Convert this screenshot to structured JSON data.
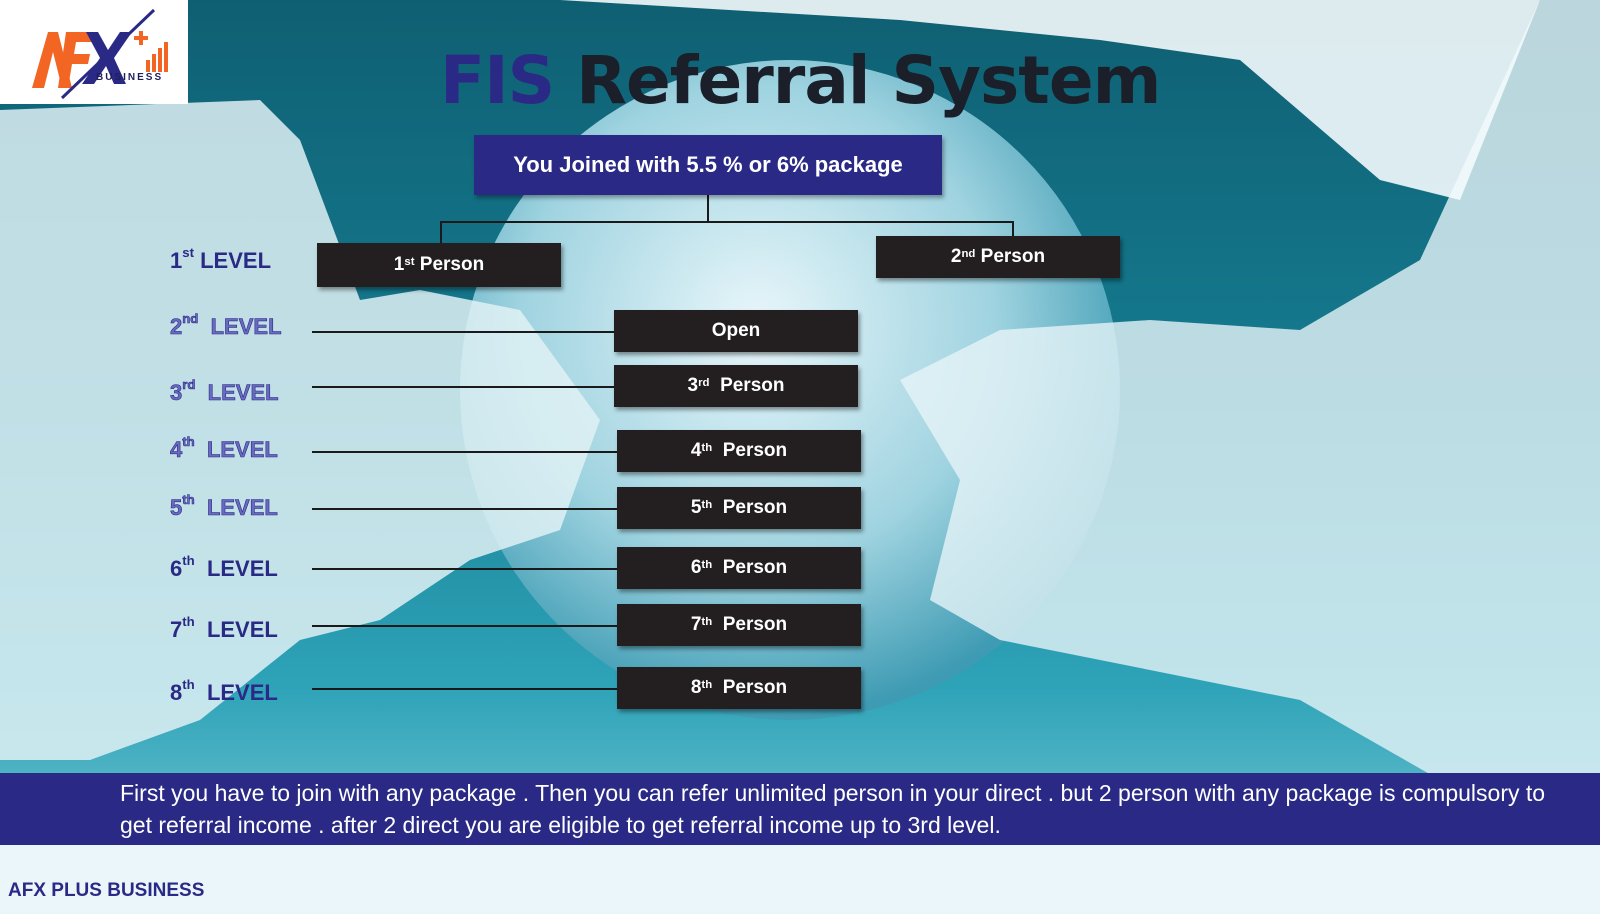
{
  "header": {
    "title_accent": "FIS",
    "title_rest": "Referral System",
    "logo_sub": "BUSINESS"
  },
  "root": {
    "label": "You Joined with 5.5 % or 6% package"
  },
  "first_level": {
    "num": "1",
    "suffix": "st",
    "word": "LEVEL",
    "left_person": {
      "num": "1",
      "suffix": "st",
      "word": "Person"
    },
    "right_person": {
      "num": "2",
      "suffix": "nd",
      "word": "Person"
    }
  },
  "levels": [
    {
      "num": "2",
      "suffix": "nd",
      "word": "LEVEL",
      "box": "Open"
    },
    {
      "num": "3",
      "suffix": "rd",
      "word": "LEVEL",
      "box_num": "3",
      "box_suffix": "rd",
      "box_word": "Person"
    },
    {
      "num": "4",
      "suffix": "th",
      "word": "LEVEL",
      "box_num": "4",
      "box_suffix": "th",
      "box_word": "Person"
    },
    {
      "num": "5",
      "suffix": "th",
      "word": "LEVEL",
      "box_num": "5",
      "box_suffix": "th",
      "box_word": "Person"
    },
    {
      "num": "6",
      "suffix": "th",
      "word": "LEVEL",
      "box_num": "6",
      "box_suffix": "th",
      "box_word": "Person"
    },
    {
      "num": "7",
      "suffix": "th",
      "word": "LEVEL",
      "box_num": "7",
      "box_suffix": "th",
      "box_word": "Person"
    },
    {
      "num": "8",
      "suffix": "th",
      "word": "LEVEL",
      "box_num": "8",
      "box_suffix": "th",
      "box_word": "Person"
    }
  ],
  "footer": {
    "text": "First you have to join with any package . Then you can refer unlimited person in your direct . but 2 person with any package is compulsory to get referral income . after 2 direct you are eligible to get referral income up to 3rd level.",
    "brand": "AFX PLUS BUSINESS"
  },
  "colors": {
    "accent": "#2a2a86",
    "box": "#231f20",
    "logo_orange": "#f26522"
  }
}
